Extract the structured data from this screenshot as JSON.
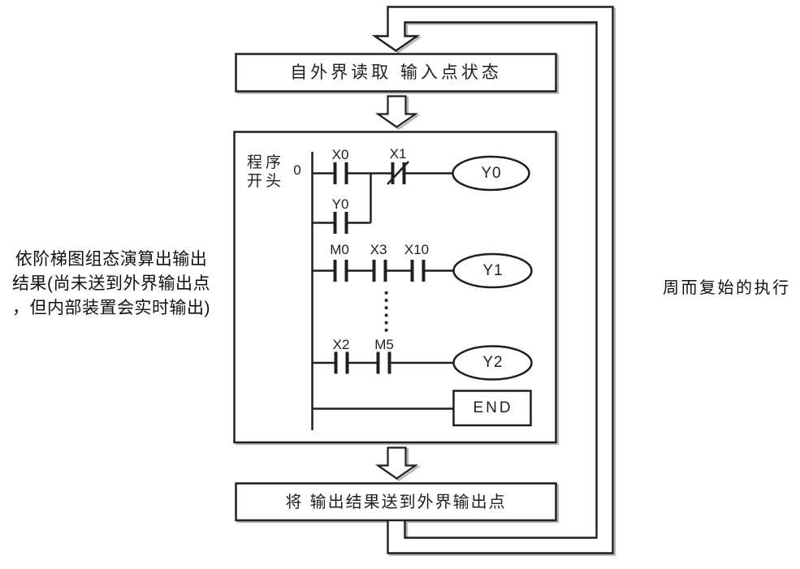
{
  "diagram": {
    "top_box_label": "自外界读取 输入点状态",
    "bottom_box_label": "将 输出结果送到外界输出点",
    "left_note": {
      "line1": "依阶梯图组态演算出输出",
      "line2": "结果(尚未送到外界输出点",
      "line3": "，但内部装置会实时输出)"
    },
    "right_note": "周而复始的执行",
    "ladder": {
      "program_start_line1": "程序",
      "program_start_line2": "开头",
      "step_number": "0",
      "contact_x0": "X0",
      "contact_x1": "X1",
      "contact_y0": "Y0",
      "contact_m0": "M0",
      "contact_x3": "X3",
      "contact_x10": "X10",
      "contact_x2": "X2",
      "contact_m5": "M5",
      "coil_y0": "Y0",
      "coil_y1": "Y1",
      "coil_y2": "Y2",
      "end_label": "END"
    },
    "colors": {
      "line": "#1f1f1f",
      "shadow": "#b5b5b5",
      "background": "#ffffff"
    }
  }
}
